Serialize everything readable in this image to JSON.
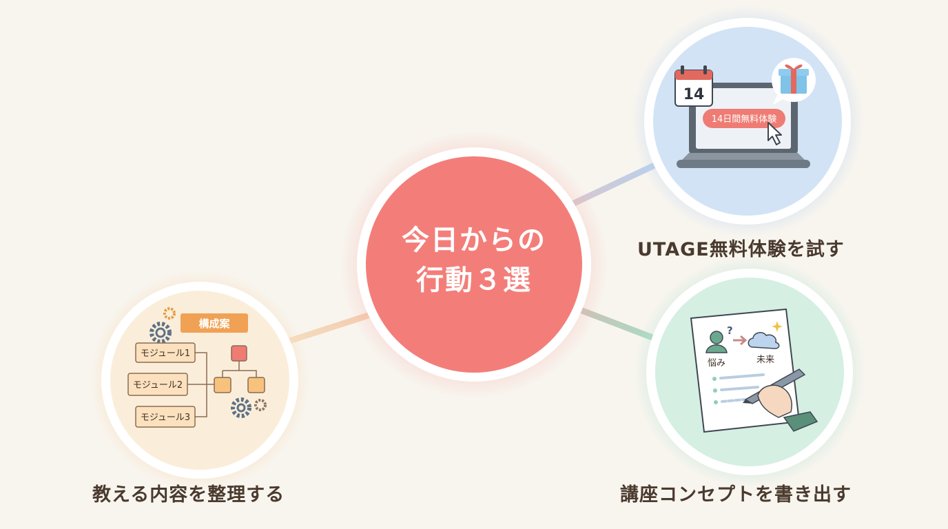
{
  "center": {
    "title_line1": "今日からの",
    "title_line2": "行動３選"
  },
  "actions": [
    {
      "caption": "UTAGE無料体験を試す",
      "calendar_day": "14",
      "trial_button": "14日間無料体験",
      "icons": [
        "calendar-icon",
        "laptop-icon",
        "gift-icon",
        "cursor-icon"
      ]
    },
    {
      "caption": "教える内容を整理する",
      "plan_label": "構成案",
      "modules": [
        "モジュール1",
        "モジュール2",
        "モジュール3"
      ],
      "icons": [
        "gear-icon",
        "flowchart-icon"
      ]
    },
    {
      "caption": "講座コンセプトを書き出す",
      "worry_label": "悩み",
      "future_label": "未来",
      "question_mark": "?",
      "icons": [
        "person-icon",
        "cloud-icon",
        "pen-hand-icon",
        "sparkle-icon"
      ]
    }
  ],
  "colors": {
    "background": "#f8f5ef",
    "center": "#f37e79",
    "blue_circle": "#d2e3f6",
    "green_circle": "#d5efe3",
    "orange_circle": "#faeedb",
    "text": "#4a3a2e"
  }
}
